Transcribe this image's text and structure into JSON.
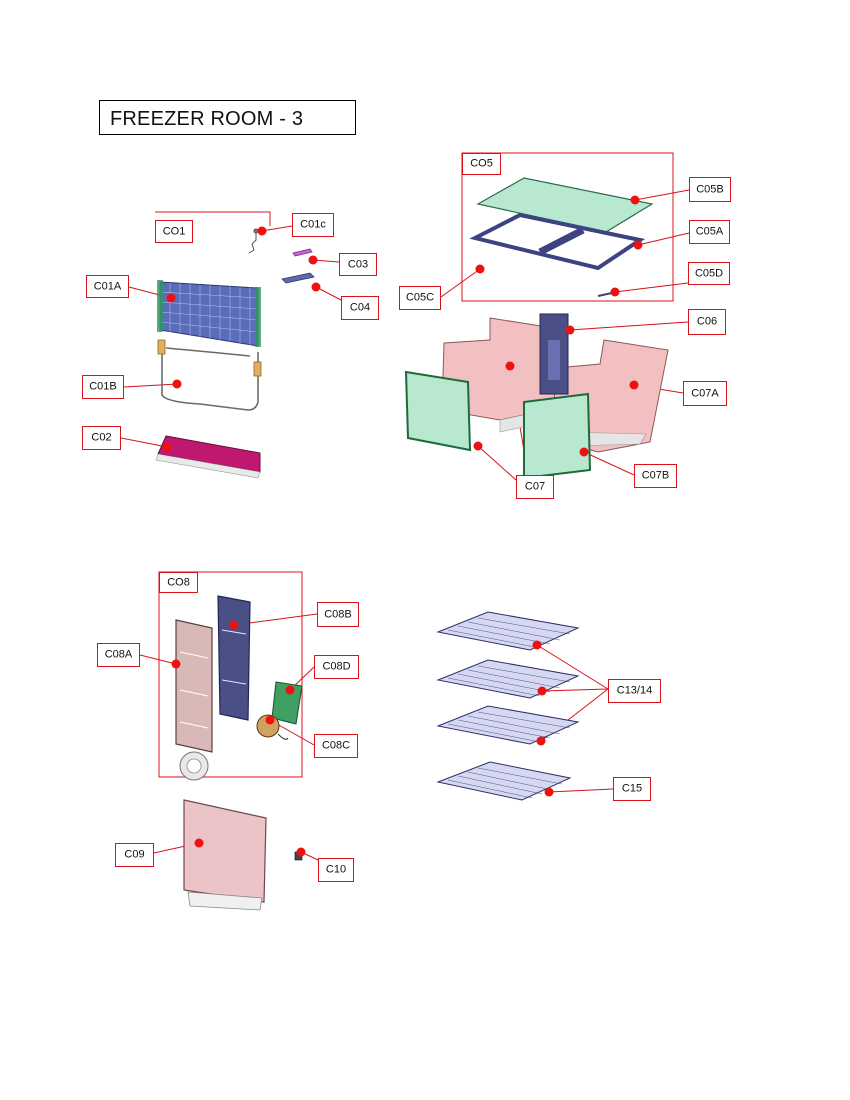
{
  "title": "FREEZER ROOM - 3",
  "labels": {
    "C01": "CO1",
    "C01c": "C01c",
    "C03": "C03",
    "C04": "C04",
    "C01A": "C01A",
    "C01B": "C01B",
    "C02": "C02",
    "C05": "CO5",
    "C05B": "C05B",
    "C05A": "C05A",
    "C05D": "C05D",
    "C05C": "C05C",
    "C06": "C06",
    "C07A": "C07A",
    "C07": "C07",
    "C07B": "C07B",
    "C08": "CO8",
    "C08A": "C08A",
    "C08B": "C08B",
    "C08D": "C08D",
    "C08C": "C08C",
    "C13_14": "C13/14",
    "C15": "C15",
    "C09": "C09",
    "C10": "C10"
  },
  "colors": {
    "callout": "#d8131b",
    "marker": "#ee1111",
    "glass": "#b8e8cf",
    "frame": "#4a4f86",
    "crisper": "#f2c0c0",
    "heater": "#c0186e"
  }
}
